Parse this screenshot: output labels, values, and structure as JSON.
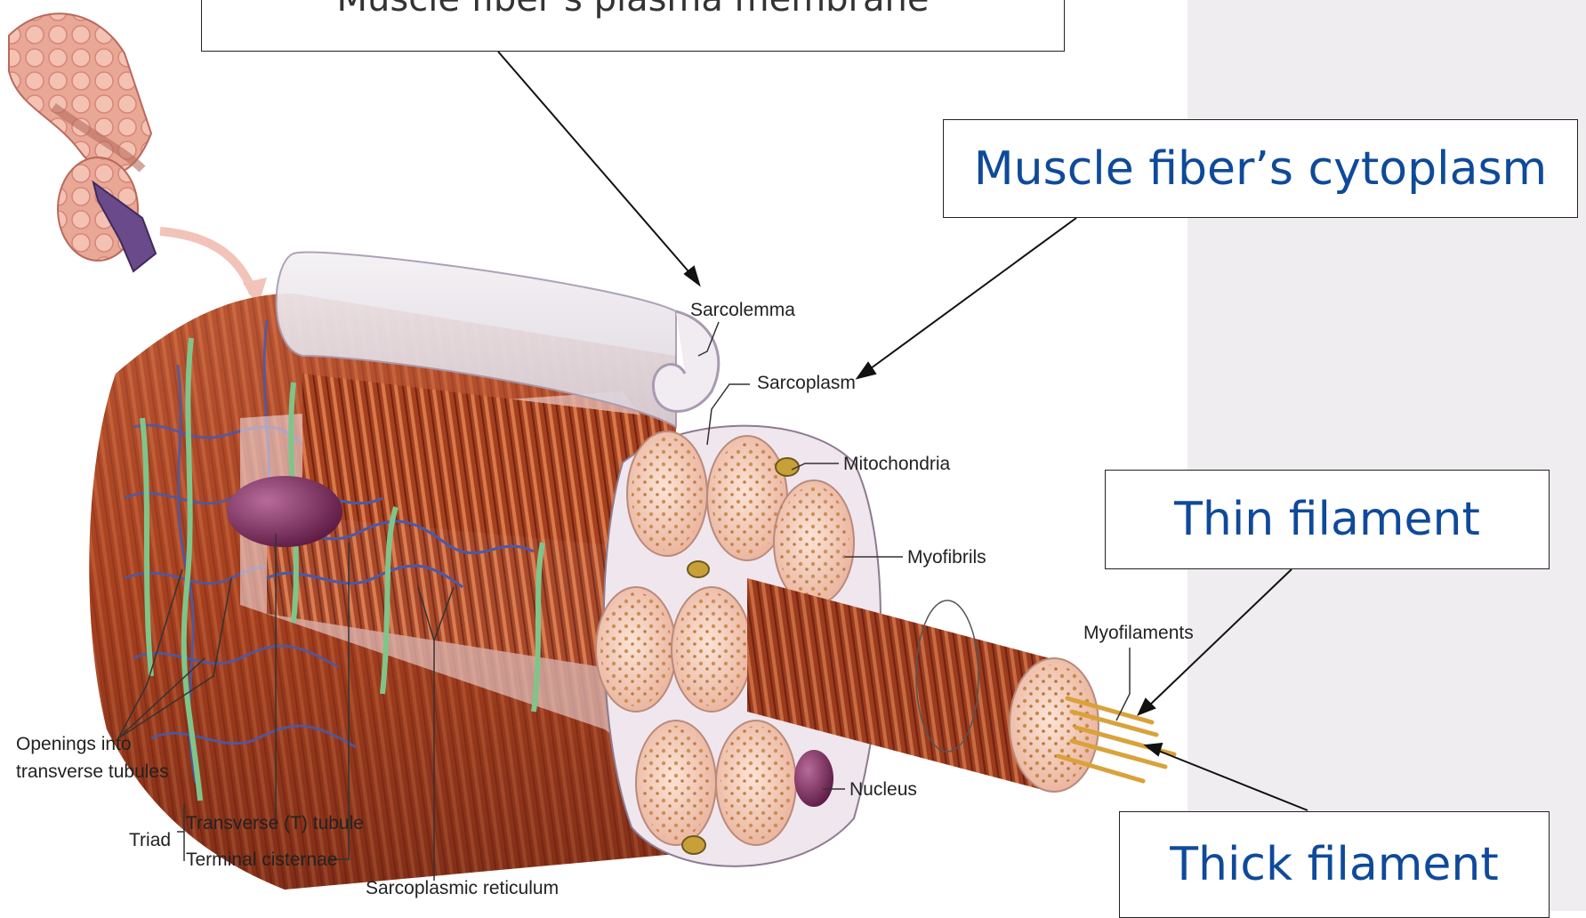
{
  "callouts": {
    "plasma_membrane": "Muscle fiber’s plasma membrane",
    "cytoplasm": "Muscle fiber’s cytoplasm",
    "thin_filament": "Thin filament",
    "thick_filament": "Thick filament"
  },
  "labels": {
    "sarcolemma": "Sarcolemma",
    "sarcoplasm": "Sarcoplasm",
    "mitochondria": "Mitochondria",
    "myofibrils": "Myofibrils",
    "myofilaments": "Myofilaments",
    "nucleus": "Nucleus",
    "openings_line1": "Openings into",
    "openings_line2": "transverse tubules",
    "triad": "Triad",
    "t_tubule": "Transverse (T) tubule",
    "terminal_cisternae": "Terminal cisternae",
    "sarcoplasmic_reticulum": "Sarcoplasmic reticulum"
  },
  "colors": {
    "callout_text": "#0f4a9a",
    "muscle": "#a9452a",
    "muscle_dark": "#7a2a18",
    "fiber_end": "#f7d3c0",
    "tubule_green": "#7fc58a",
    "reticulum_blue": "#4a5aa8",
    "nucleus": "#7b2a5c",
    "filament": "#d9a23a",
    "panel_gray": "#efedf0"
  }
}
